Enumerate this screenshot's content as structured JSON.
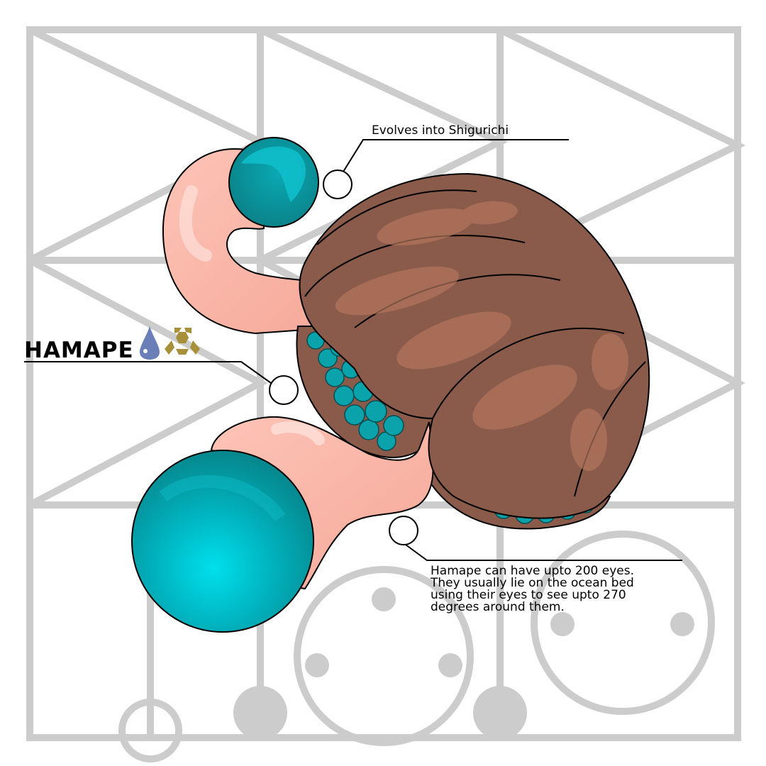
{
  "name": "HAMAPE",
  "evolution_note": "Evolves into Shigurichi",
  "description_lines": [
    "Hamape can have upto 200 eyes.",
    "They usually lie on the ocean bed",
    "using their eyes to see upto 270",
    "degrees around them."
  ],
  "type_icons": [
    "water-drop-icon",
    "rock-hex-icon"
  ],
  "colors": {
    "grid": "#cccccc",
    "shell": "#8a5a4a",
    "flesh": "#f9b5a6",
    "eye": "#0a8a8e",
    "eye_highlight": "#00d9e6",
    "water_icon": "#6a7fb8",
    "rock_icon": "#a8903a"
  }
}
